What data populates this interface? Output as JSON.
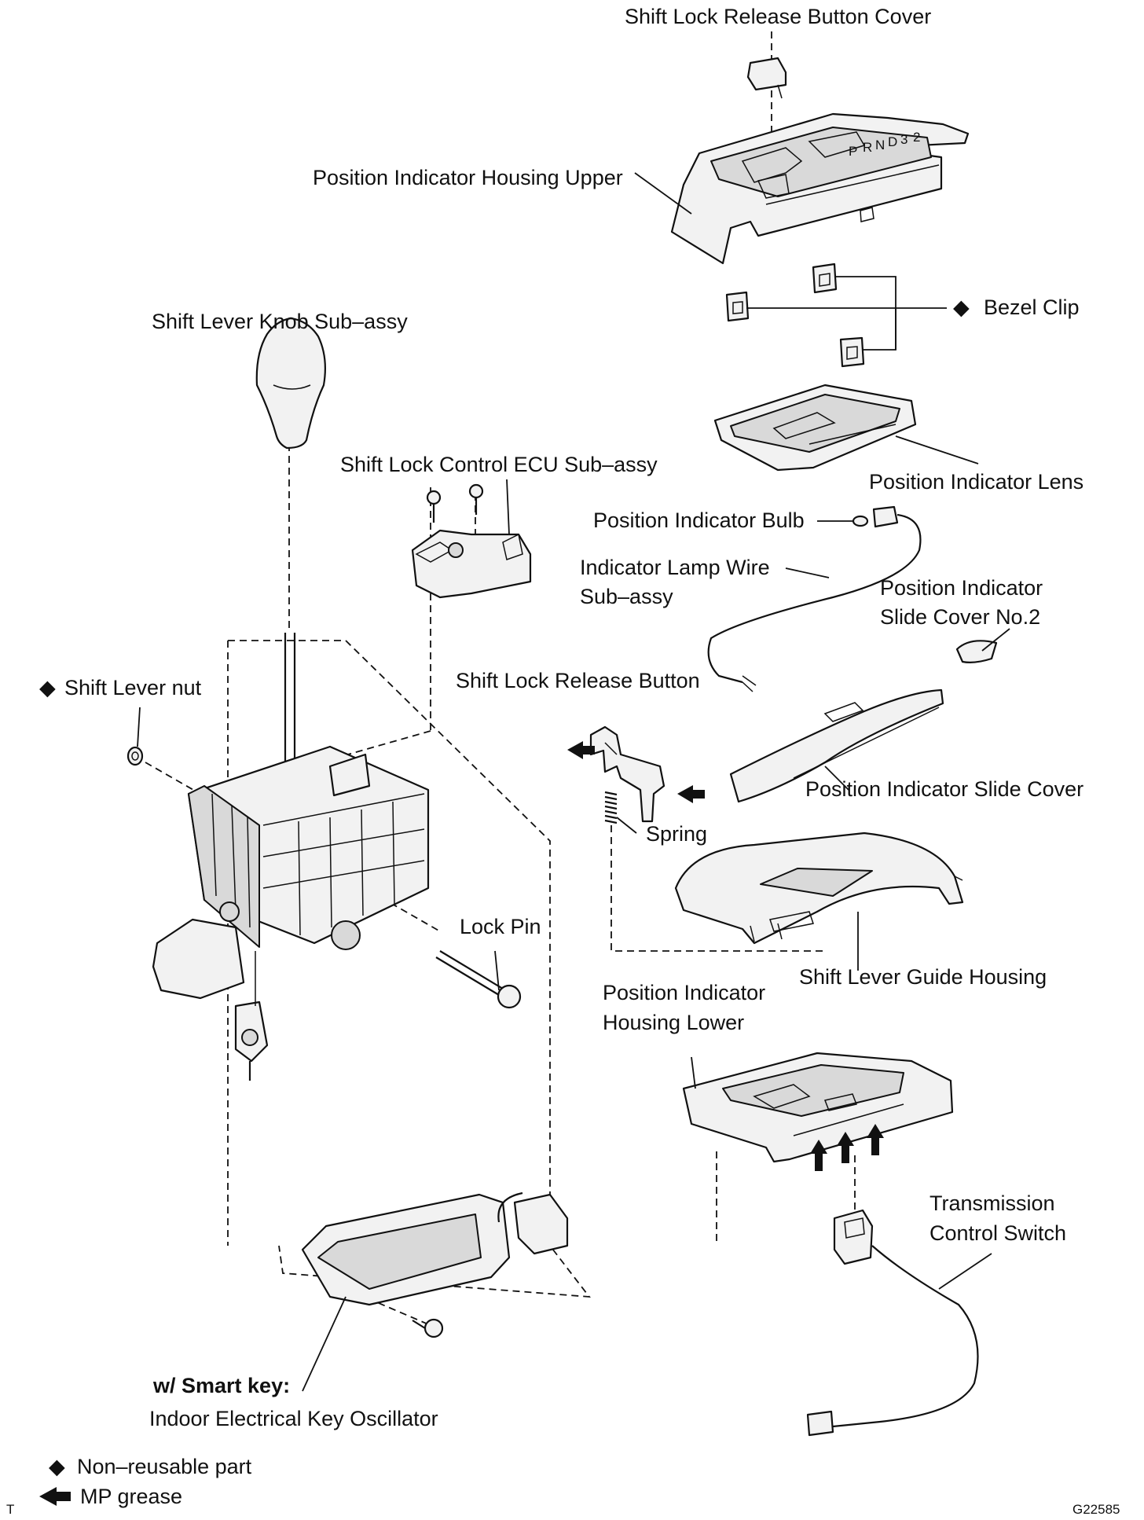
{
  "labels": {
    "shift_lock_release_button_cover": "Shift Lock Release Button Cover",
    "position_indicator_housing_upper": "Position Indicator Housing Upper",
    "bezel_clip": "Bezel Clip",
    "shift_lever_knob_sub_assy": "Shift Lever Knob Sub–assy",
    "shift_lock_control_ecu_sub_assy": "Shift Lock Control ECU Sub–assy",
    "position_indicator_lens": "Position Indicator Lens",
    "position_indicator_bulb": "Position Indicator Bulb",
    "indicator_lamp_wire_line1": "Indicator Lamp Wire",
    "indicator_lamp_wire_line2": "Sub–assy",
    "slide_cover_no2_line1": "Position Indicator",
    "slide_cover_no2_line2": "Slide Cover No.2",
    "shift_lever_nut": "Shift Lever nut",
    "shift_lock_release_button": "Shift Lock Release Button",
    "position_indicator_slide_cover": "Position Indicator Slide Cover",
    "spring": "Spring",
    "lock_pin": "Lock Pin",
    "shift_lever_guide_housing": "Shift Lever Guide Housing",
    "housing_lower_line1": "Position Indicator",
    "housing_lower_line2": "Housing Lower",
    "transmission_control_switch_line1": "Transmission",
    "transmission_control_switch_line2": "Control Switch",
    "smart_key_condition": "w/ Smart key:",
    "indoor_electrical_key_oscillator": "Indoor Electrical Key Oscillator"
  },
  "symbols": {
    "non_reusable_mark": "◆",
    "mp_grease_mark": "arrow-left-icon"
  },
  "legend": {
    "non_reusable_part": "Non–reusable part",
    "mp_grease": "MP grease"
  },
  "corner_marks": {
    "left": "T",
    "figure_code": "G22585"
  },
  "gear_letters": [
    "P",
    "R",
    "N",
    "D",
    "3",
    "2"
  ]
}
